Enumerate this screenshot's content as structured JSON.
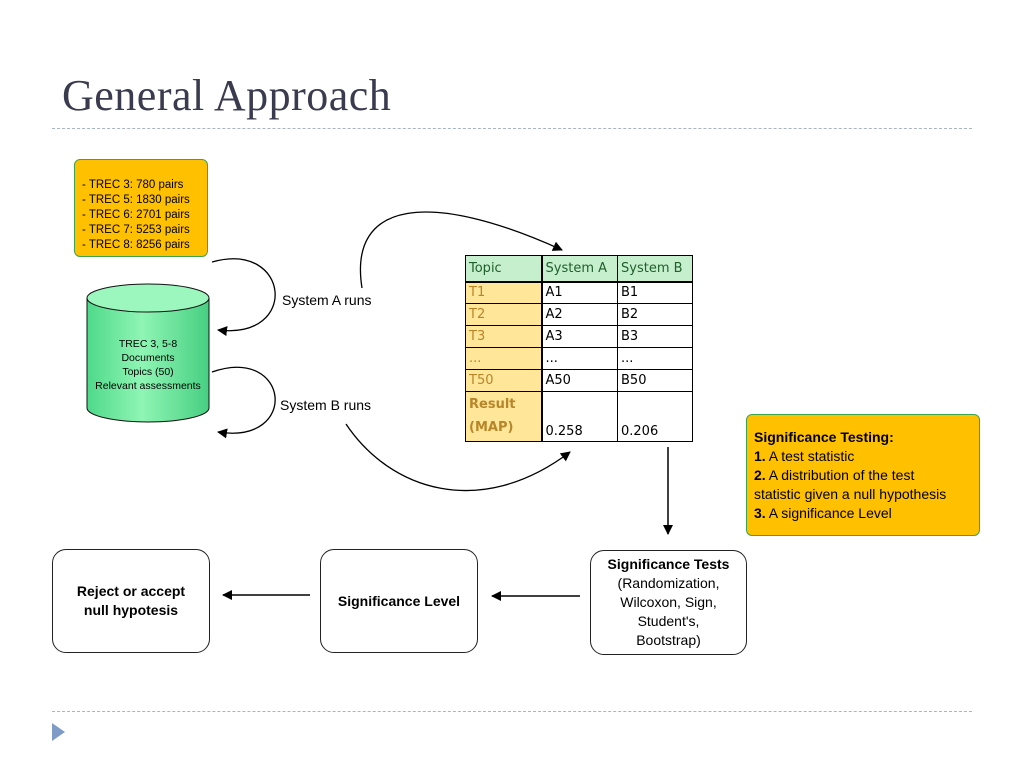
{
  "slide": {
    "title": "General Approach"
  },
  "trec_pairs": [
    "- TREC 3: 780 pairs",
    "- TREC 5: 1830 pairs",
    "- TREC 6: 2701 pairs",
    "- TREC 7: 5253 pairs",
    "- TREC 8: 8256 pairs"
  ],
  "database": {
    "lines": [
      "TREC 3, 5-8",
      "Documents",
      "Topics (50)",
      "Relevant assessments"
    ]
  },
  "runs": {
    "system_a": "System A runs",
    "system_b": "System B runs"
  },
  "table": {
    "headers": [
      "Topic",
      "System A",
      "System B"
    ],
    "rows": [
      [
        "T1",
        "A1",
        "B1"
      ],
      [
        "T2",
        "A2",
        "B2"
      ],
      [
        "T3",
        "A3",
        "B3"
      ],
      [
        "...",
        "...",
        "..."
      ],
      [
        "T50",
        "A50",
        "B50"
      ]
    ],
    "result": {
      "label_1": "Result",
      "label_2": "(MAP)",
      "system_a": "0.258",
      "system_b": "0.206"
    }
  },
  "significance_testing": {
    "heading": "Significance Testing:",
    "items": [
      {
        "num": "1.",
        "text": " A test statistic"
      },
      {
        "num": "2.",
        "text": " A distribution of the test"
      },
      {
        "num": "",
        "text": "statistic given a null hypothesis"
      },
      {
        "num": "3.",
        "text": " A significance Level"
      }
    ]
  },
  "flow": {
    "tests_title": "Significance Tests",
    "tests_lines": [
      "(Randomization,",
      "Wilcoxon, Sign,",
      "Student's,",
      "Bootstrap)"
    ],
    "level": "Significance Level",
    "reject_1": "Reject or accept",
    "reject_2": "null hypotesis"
  },
  "colors": {
    "orange": "#ffc000",
    "green_border": "#3fa34d",
    "cylinder": "#66ee99",
    "title": "#3b3b4f",
    "table_header": "#c6efce",
    "topic_column": "#ffe699"
  }
}
